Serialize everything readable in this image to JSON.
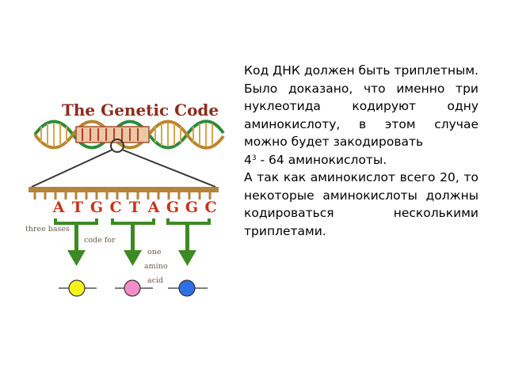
{
  "diagram": {
    "title": "The Genetic Code",
    "bases": [
      "A",
      "T",
      "G",
      "C",
      "T",
      "A",
      "G",
      "G",
      "C"
    ],
    "captions": {
      "three_bases": "three bases",
      "code_for": "code for",
      "one": "one",
      "amino": "amino",
      "acid": "acid"
    },
    "amino_colors": [
      "#f7f21a",
      "#f28dc9",
      "#2f6fe8"
    ],
    "arrow_color": "#3c8a22",
    "base_color": "#c8331a",
    "bar_color": "#b2843c"
  },
  "text": {
    "paragraph1": "Код ДНК должен быть триплетным. Было доказано, что именно три нуклеотида кодируют одну аминокислоту, в этом случае можно будет закодировать",
    "formula_base": "4",
    "formula_exp": "3",
    "formula_rest": " - 64 аминокислоты.",
    "paragraph2": "А так как аминокислот всего 20, то некоторые аминокислоты должны кодироваться несколькими триплетами."
  }
}
